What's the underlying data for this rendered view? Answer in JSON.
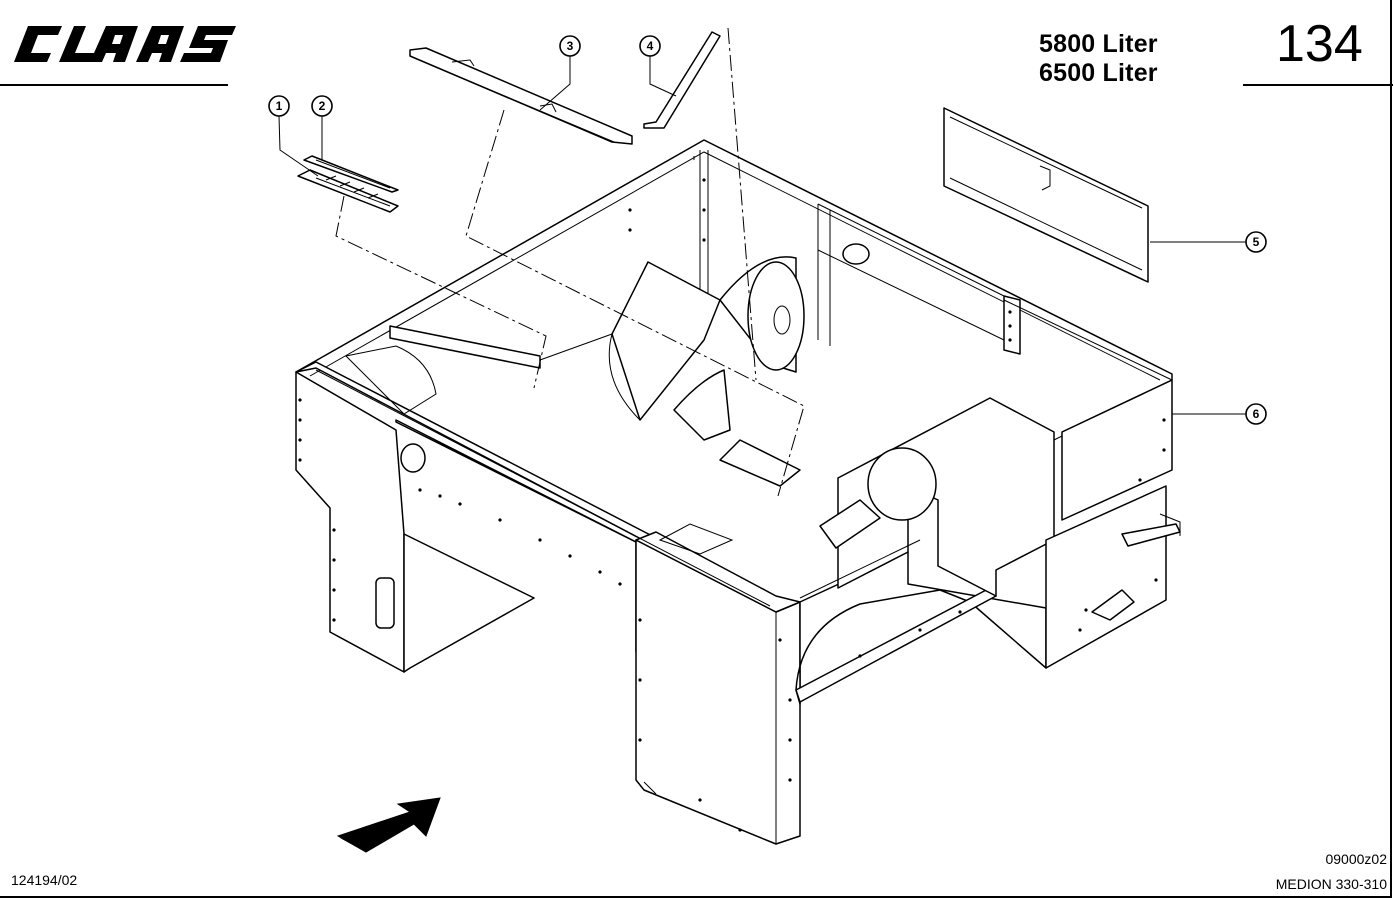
{
  "brand": {
    "logo_text": "CLAAS",
    "color": "#000000"
  },
  "header": {
    "capacity_1": "5800 Liter",
    "capacity_2": "6500 Liter",
    "page_number": "134"
  },
  "footer": {
    "drawing_number": "124194/02",
    "document_code": "09000z02",
    "model": "MEDION 330-310"
  },
  "callouts": [
    {
      "label": "1"
    },
    {
      "label": "2"
    },
    {
      "label": "3"
    },
    {
      "label": "4"
    },
    {
      "label": "5"
    },
    {
      "label": "6"
    }
  ],
  "icons": {
    "direction_arrow": "direction-arrow-icon"
  }
}
